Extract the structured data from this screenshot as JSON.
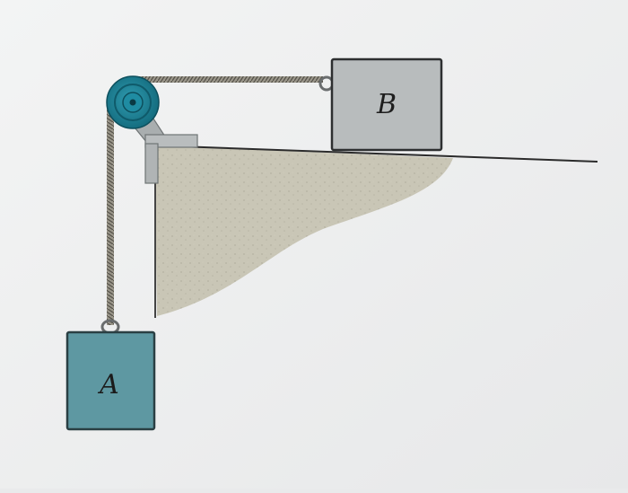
{
  "diagram": {
    "blocks": [
      {
        "id": "block-a",
        "label": "A",
        "fill": "#5e98a2"
      },
      {
        "id": "block-b",
        "label": "B",
        "fill": "#b8bcbd"
      }
    ],
    "pulley_color": "#1c7f95",
    "rope_color": "#8d8a80",
    "ledge_color": "#c7c4b3"
  }
}
